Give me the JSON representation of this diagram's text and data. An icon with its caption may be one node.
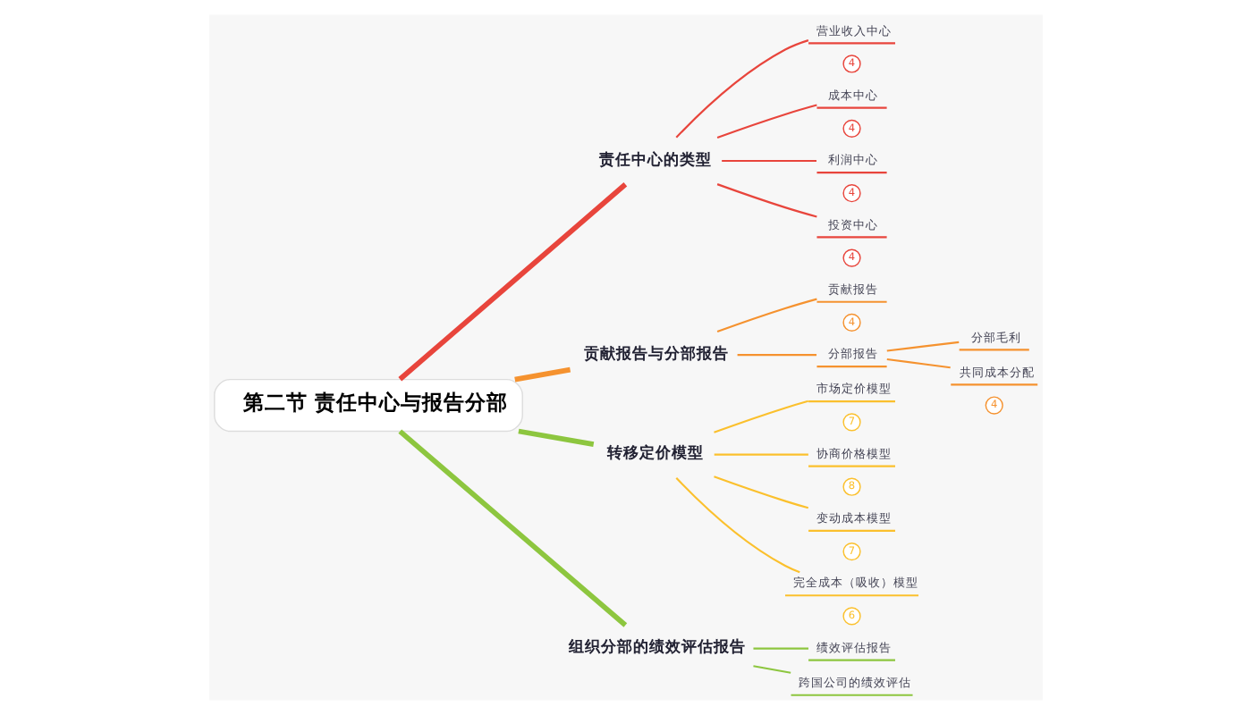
{
  "diagram": {
    "nodes": [
      {
        "text": [
          "第二节 责任中心与报告分部"
        ]
      },
      {
        "text": [
          "责任中心的类型"
        ]
      },
      {
        "text": [
          "营业收入中心"
        ],
        "beside": [
          "4"
        ]
      },
      {
        "text": [
          "成本中心"
        ],
        "beside": [
          "4"
        ]
      },
      {
        "text": [
          "利润中心"
        ],
        "beside": [
          "4"
        ]
      },
      {
        "text": [
          "投资中心"
        ],
        "beside": [
          "4"
        ]
      },
      {
        "text": [
          "贡献报告与分部报告"
        ]
      },
      {
        "text": [
          "贡献报告"
        ],
        "beside": [
          "4"
        ]
      },
      {
        "text": [
          "分部报告"
        ]
      },
      {
        "text": [
          "分部毛利"
        ]
      },
      {
        "text": [
          "共同成本分配"
        ],
        "beside": [
          "4"
        ]
      },
      {
        "text": [
          "转移定价模型"
        ]
      },
      {
        "text": [
          "市场定价模型"
        ],
        "beside": [
          "7"
        ]
      },
      {
        "text": [
          "协商价格模型"
        ],
        "beside": [
          "8"
        ]
      },
      {
        "text": [
          "变动成本模型"
        ],
        "beside": [
          "7"
        ]
      },
      {
        "text": [
          "完全成本（吸收）模型"
        ],
        "beside": [
          "6"
        ]
      },
      {
        "text": [
          "组织分部的绩效评估报告"
        ]
      },
      {
        "text": [
          "绩效评估报告"
        ]
      },
      {
        "text": [
          "跨国公司的绩效评估"
        ]
      }
    ],
    "edges": [
      {
        "from": 0,
        "to": 1,
        "arrow": "none",
        "color": "#e8453c",
        "style": "thick"
      },
      {
        "from": 1,
        "to": 2,
        "arrow": "none",
        "color": "#e8453c"
      },
      {
        "from": 1,
        "to": 3,
        "arrow": "none",
        "color": "#e8453c"
      },
      {
        "from": 1,
        "to": 4,
        "arrow": "none",
        "color": "#e8453c"
      },
      {
        "from": 1,
        "to": 5,
        "arrow": "none",
        "color": "#e8453c"
      },
      {
        "from": 0,
        "to": 6,
        "arrow": "none",
        "color": "#f5922f",
        "style": "thick"
      },
      {
        "from": 6,
        "to": 7,
        "arrow": "none",
        "color": "#f5922f"
      },
      {
        "from": 6,
        "to": 8,
        "arrow": "none",
        "color": "#f5922f"
      },
      {
        "from": 8,
        "to": 9,
        "arrow": "none",
        "color": "#f5922f"
      },
      {
        "from": 8,
        "to": 10,
        "arrow": "none",
        "color": "#f5922f"
      },
      {
        "from": 0,
        "to": 11,
        "arrow": "none",
        "color": "#8dc63f",
        "style": "thick"
      },
      {
        "from": 11,
        "to": 12,
        "arrow": "none",
        "color": "#fbc02d"
      },
      {
        "from": 11,
        "to": 13,
        "arrow": "none",
        "color": "#fbc02d"
      },
      {
        "from": 11,
        "to": 14,
        "arrow": "none",
        "color": "#fbc02d"
      },
      {
        "from": 11,
        "to": 15,
        "arrow": "none",
        "color": "#fbc02d"
      },
      {
        "from": 0,
        "to": 16,
        "arrow": "none",
        "color": "#8dc63f",
        "style": "thick"
      },
      {
        "from": 16,
        "to": 17,
        "arrow": "none",
        "color": "#8dc63f"
      },
      {
        "from": 16,
        "to": 18,
        "arrow": "none",
        "color": "#8dc63f"
      }
    ]
  }
}
